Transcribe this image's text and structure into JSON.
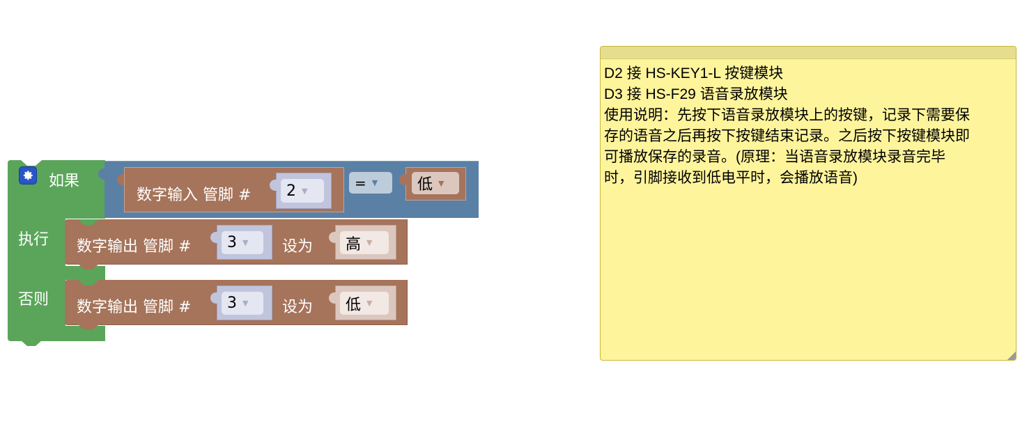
{
  "if_block": {
    "if_label": "如果",
    "do_label": "执行",
    "else_label": "否则",
    "gear_icon": "gear-icon",
    "colors": {
      "logic": "#5ba55b",
      "compare": "#5b80a5",
      "io": "#a5745b"
    }
  },
  "condition": {
    "digital_read_label": "数字输入 管脚 #",
    "pin": "2",
    "operator": "=",
    "level": "低"
  },
  "do_statement": {
    "label": "数字输出 管脚 #",
    "pin": "3",
    "set_label": "设为",
    "level": "高"
  },
  "else_statement": {
    "label": "数字输出 管脚 #",
    "pin": "3",
    "set_label": "设为",
    "level": "低"
  },
  "dropdown_arrow": "▼",
  "comment": {
    "text": "D2 接 HS-KEY1-L 按键模块\nD3 接 HS-F29 语音录放模块\n使用说明：先按下语音录放模块上的按键，记录下需要保\n存的语音之后再按下按键结束记录。之后按下按键模块即\n可播放保存的录音。(原理：当语音录放模块录音完毕\n时，引脚接收到低电平时，会播放语音)"
  }
}
